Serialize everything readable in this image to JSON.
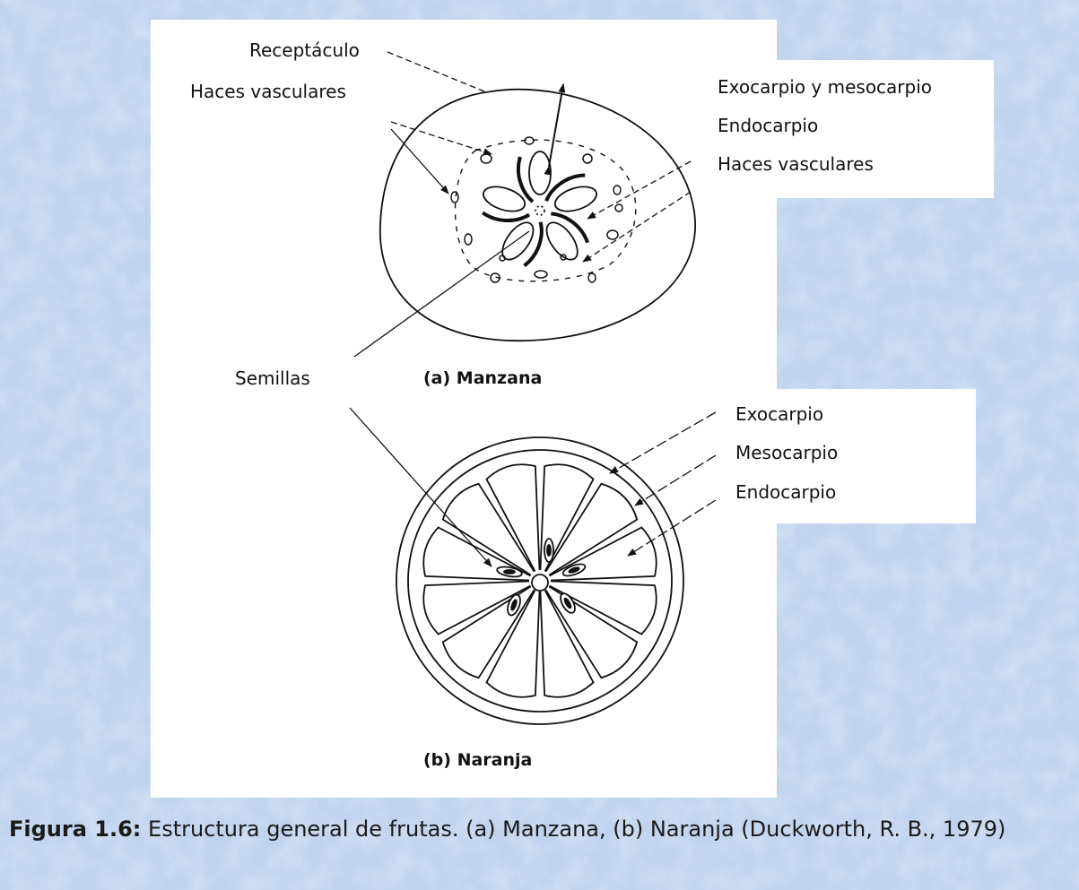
{
  "colors": {
    "background": "#bfd3ee",
    "background_light": "#d6e4f5",
    "panel": "#ffffff",
    "ink": "#111111"
  },
  "apple": {
    "labels": {
      "receptaculo": "Receptáculo",
      "haces_left": "Haces vasculares",
      "exo_meso": "Exocarpio y mesocarpio",
      "endocarpio": "Endocarpio",
      "haces_right": "Haces vasculares",
      "semillas": "Semillas"
    },
    "caption": "(a) Manzana"
  },
  "orange": {
    "labels": {
      "exocarpio": "Exocarpio",
      "mesocarpio": "Mesocarpio",
      "endocarpio": "Endocarpio"
    },
    "caption": "(b) Naranja"
  },
  "figure": {
    "label": "Figura 1.6:",
    "text": "Estructura general de frutas. (a) Manzana, (b) Naranja (Duckworth, R. B., 1979)"
  }
}
